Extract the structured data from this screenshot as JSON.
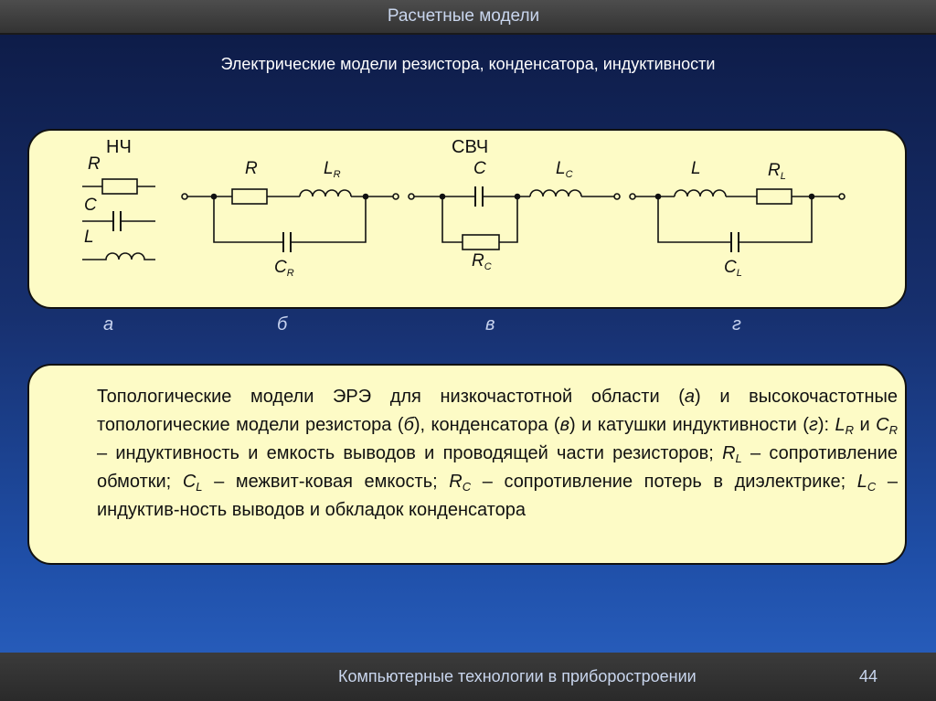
{
  "header": {
    "title": "Расчетные модели"
  },
  "subtitle": "Электрические модели резистора, конденсатора, индуктивности",
  "diagram": {
    "nch_label": "НЧ",
    "svch_label": "СВЧ",
    "labels": {
      "R": "R",
      "C": "C",
      "L": "L",
      "b_R": "R",
      "b_L": "L",
      "b_L_sub": "R",
      "b_C": "C",
      "b_C_sub": "R",
      "v_C": "C",
      "v_L": "L",
      "v_L_sub": "C",
      "v_R": "R",
      "v_R_sub": "C",
      "g_L": "L",
      "g_R": "R",
      "g_R_sub": "L",
      "g_C": "C",
      "g_C_sub": "L"
    },
    "panel_letters": [
      "а",
      "б",
      "в",
      "г"
    ]
  },
  "description": {
    "t1": "Топологические модели ЭРЭ для низкочастотной области (",
    "a": "а",
    "t2": ") и высокочастотные топологические модели резистора (",
    "b": "б",
    "t3": "), конденсатора (",
    "v": "в",
    "t4": ") и катушки индуктивности (",
    "g": "г",
    "t5": "): ",
    "LR": "L",
    "LR_sub": "R",
    "t6": " и ",
    "CR": "C",
    "CR_sub": "R",
    "t7": " – индуктивность и емкость выводов и проводящей части резисторов; ",
    "RL": "R",
    "RL_sub": "L",
    "t8": " – сопротивление обмотки; ",
    "CL": "C",
    "CL_sub": "L",
    "t9": " – межвит-ковая емкость; ",
    "RC": "R",
    "RC_sub": "C",
    "t10": " – сопротивление потерь в диэлектрике; ",
    "LC": "L",
    "LC_sub": "C",
    "t11": " – индуктив-ность выводов и обкладок конденсатора"
  },
  "footer": {
    "title": "Компьютерные технологии в приборостроении",
    "page": "44"
  }
}
